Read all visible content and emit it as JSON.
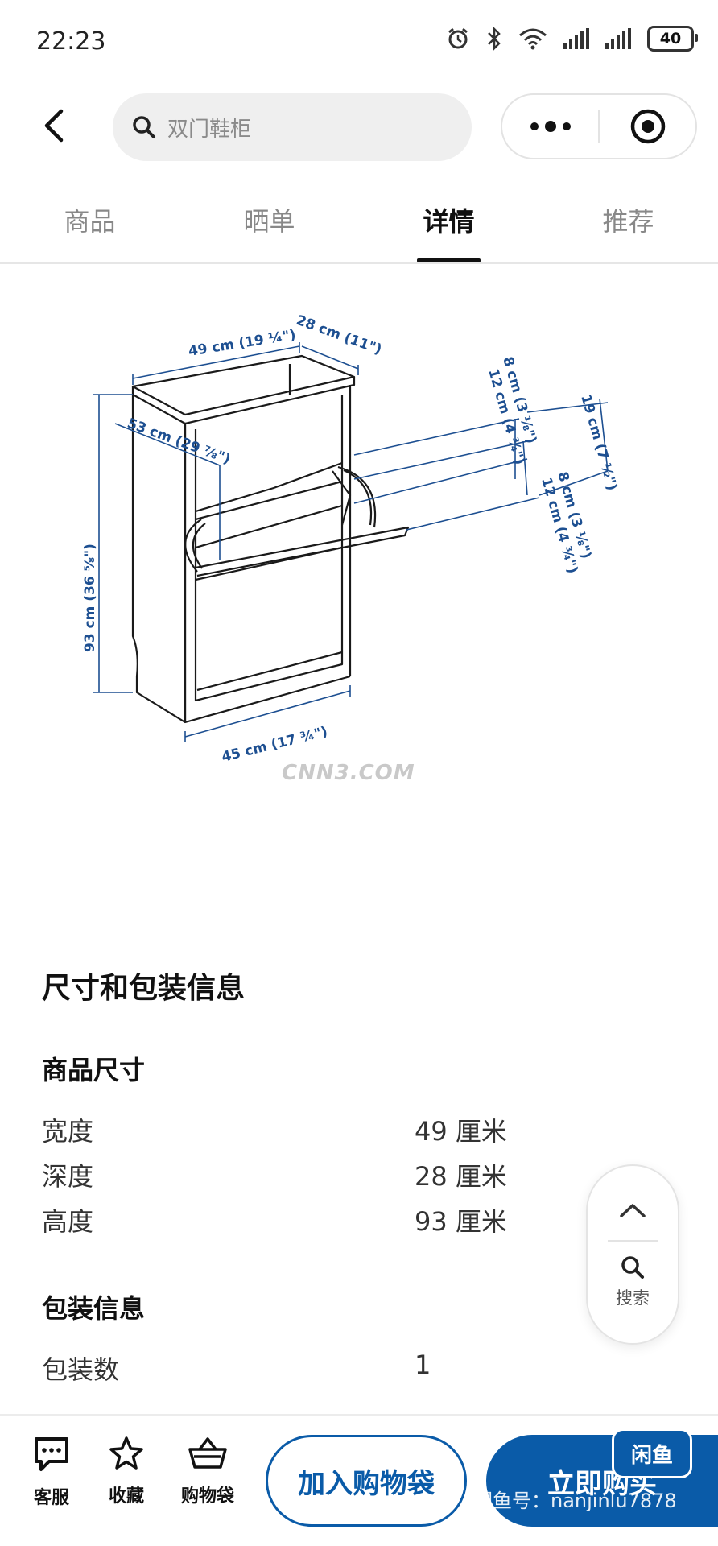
{
  "status_bar": {
    "time": "22:23",
    "battery": "40"
  },
  "header": {
    "search_placeholder": "双门鞋柜"
  },
  "tabs": [
    {
      "label": "商品",
      "active": false
    },
    {
      "label": "晒单",
      "active": false
    },
    {
      "label": "详情",
      "active": true
    },
    {
      "label": "推荐",
      "active": false
    }
  ],
  "diagram": {
    "top_width": "49 cm (19 ¼\")",
    "top_depth": "28 cm (11\")",
    "height": "93 cm (36 ⅝\")",
    "inner_depth": "53 cm (29 ⅞\")",
    "bottom_width": "45 cm (17 ¾\")",
    "gap_1a": "8 cm (3 ⅛\")",
    "gap_1b": "12 cm (4 ¾\")",
    "gap_2a": "19 cm (7 ½\")",
    "gap_2b": "8 cm (3 ⅛\")",
    "gap_2c": "12 cm (4 ¾\")",
    "watermark": "CNN3.COM"
  },
  "info": {
    "title": "尺寸和包装信息",
    "product_dims_heading": "商品尺寸",
    "dims": [
      {
        "label": "宽度",
        "value": "49 厘米"
      },
      {
        "label": "深度",
        "value": "28 厘米"
      },
      {
        "label": "高度",
        "value": "93 厘米"
      }
    ],
    "packaging_heading": "包装信息",
    "packaging": [
      {
        "label": "包装数",
        "value": "1"
      }
    ]
  },
  "floating": {
    "search_label": "搜索"
  },
  "bottom_bar": {
    "service": "客服",
    "favorite": "收藏",
    "cart": "购物袋",
    "add_to_bag": "加入购物袋",
    "buy_now": "立即购买",
    "xianyu_badge": "闲鱼",
    "xianyu_id": "闲鱼号：nanjinlu7878"
  },
  "colors": {
    "accent": "#0a5ba8",
    "dimension_text": "#1d4f91"
  }
}
